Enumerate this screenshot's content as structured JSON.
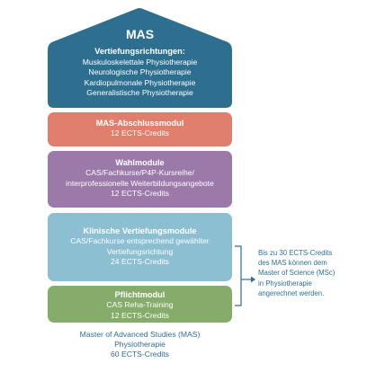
{
  "colors": {
    "mas": "#2e6f8f",
    "abschluss": "#e07f6e",
    "wahl": "#9b7aaa",
    "klinisch": "#8cbfd2",
    "pflicht": "#86ac6c",
    "text_blue": "#2e6f8f"
  },
  "roof": {
    "title": "MAS",
    "subtitle": "Vertiefungsrichtungen:",
    "lines": [
      "Muskuloskelettale Physiotherapie",
      "Neurologische Physiotherapie",
      "Kardiopulmonale Physiotherapie",
      "Generalistische Physiotherapie"
    ]
  },
  "abschluss": {
    "title": "MAS-Abschlussmodul",
    "lines": [
      "12 ECTS-Credits"
    ]
  },
  "wahl": {
    "title": "Wahlmodule",
    "lines": [
      "CAS/Fachkurse/P4P-Kursreihe/",
      "interprofessionelle Weiterbildungsangebote",
      "12 ECTS-Credits"
    ]
  },
  "klinisch": {
    "title": "Klinische Vertiefungsmodule",
    "lines": [
      "CAS/Fachkurse entsprechend gewählter",
      "Vertiefungsrichtung",
      "24 ECTS-Credits"
    ]
  },
  "pflicht": {
    "title": "Pflichtmodul",
    "lines": [
      "CAS Reha-Training",
      "12 ECTS-Credits"
    ]
  },
  "footer": {
    "lines": [
      "Master of Advanced Studies (MAS)",
      "Physiotherapie",
      "60 ECTS-Credits"
    ]
  },
  "side_note": {
    "lines": [
      "Bis zu 30 ECTS-Credits",
      "des MAS können dem",
      "Master of Science (MSc)",
      "in Physiotherapie",
      "angerechnet werden."
    ]
  }
}
